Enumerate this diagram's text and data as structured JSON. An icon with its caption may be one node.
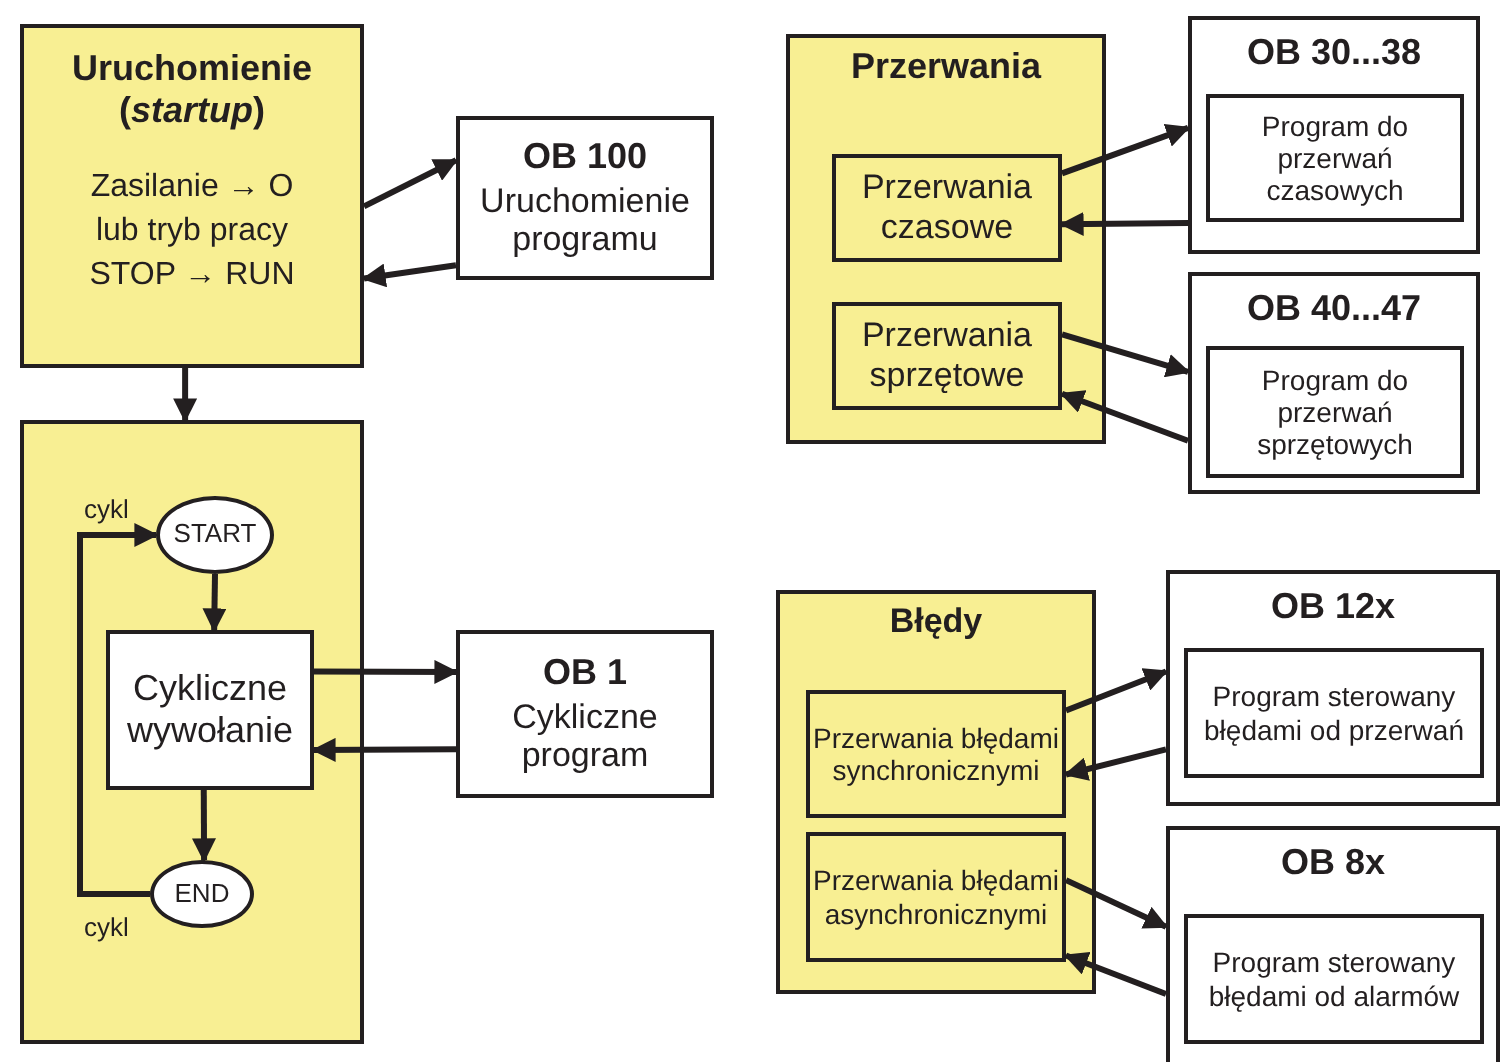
{
  "diagram": {
    "nodes": [
      {
        "text": [
          "Uruchomienie (*startup*)",
          "Zasilanie → O lub tryb pracy STOP → RUN"
        ]
      },
      {
        "text": [
          "OB 100",
          "Uruchomienie programu"
        ]
      },
      {
        "text": [],
        "shape": "box"
      },
      {
        "text": [
          "START"
        ],
        "in": 2
      },
      {
        "text": [
          "Cykliczne wywołanie"
        ],
        "in": 2
      },
      {
        "text": [
          "END"
        ],
        "in": 2
      },
      {
        "text": [
          "OB 1",
          "Cykliczne program"
        ]
      },
      {
        "text": [
          "Przerwania"
        ]
      },
      {
        "text": [
          "Przerwania czasowe"
        ],
        "in": 7
      },
      {
        "text": [
          "Przerwania sprzętowe"
        ],
        "in": 7
      },
      {
        "text": [
          "OB 30...38"
        ]
      },
      {
        "text": [
          "Program do przerwań czasowych"
        ],
        "in": 10
      },
      {
        "text": [
          "OB 40...47"
        ]
      },
      {
        "text": [
          "Program do przerwań sprzętowych"
        ],
        "in": 12
      },
      {
        "text": [
          "Błędy"
        ]
      },
      {
        "text": [
          "Przerwania błędami synchronicznymi"
        ],
        "in": 14
      },
      {
        "text": [
          "Przerwania błędami asynchronicznymi"
        ],
        "in": 14
      },
      {
        "text": [
          "OB 12x"
        ]
      },
      {
        "text": [
          "Program sterowany błędami od przerwań"
        ],
        "in": 17
      },
      {
        "text": [
          "OB 8x"
        ]
      },
      {
        "text": [
          "Program sterowany błędami od alarmów"
        ],
        "in": 19
      }
    ],
    "edges": [
      {
        "from": 0,
        "to": 1,
        "arrow": "to"
      },
      {
        "from": 1,
        "to": 0,
        "arrow": "to"
      },
      {
        "from": 0,
        "to": 2,
        "arrow": "to"
      },
      {
        "from": 3,
        "to": 4,
        "arrow": "to"
      },
      {
        "from": 4,
        "to": 5,
        "arrow": "to"
      },
      {
        "from": 5,
        "to": 3,
        "arrow": "to"
      },
      {
        "from": 4,
        "to": 6,
        "arrow": "to"
      },
      {
        "from": 6,
        "to": 4,
        "arrow": "to"
      },
      {
        "from": 8,
        "to": 10,
        "arrow": "to"
      },
      {
        "from": 10,
        "to": 8,
        "arrow": "to"
      },
      {
        "from": 9,
        "to": 12,
        "arrow": "to"
      },
      {
        "from": 12,
        "to": 9,
        "arrow": "to"
      },
      {
        "from": 15,
        "to": 17,
        "arrow": "to"
      },
      {
        "from": 17,
        "to": 15,
        "arrow": "to"
      },
      {
        "from": 16,
        "to": 19,
        "arrow": "to"
      },
      {
        "from": 19,
        "to": 16,
        "arrow": "to"
      }
    ],
    "labels": [
      "cykl",
      "cykl"
    ]
  }
}
